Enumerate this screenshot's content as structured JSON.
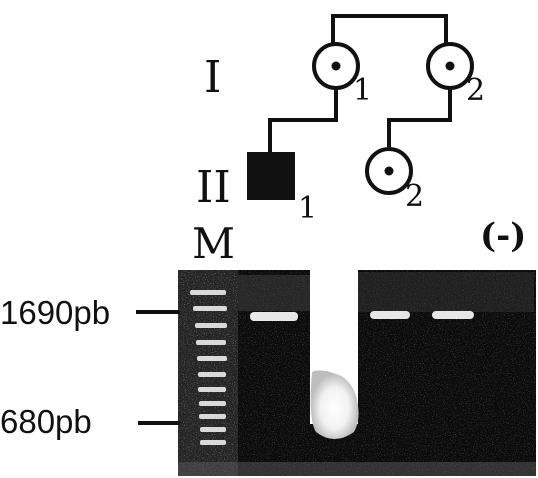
{
  "pedigree": {
    "generation_labels": [
      "I",
      "II"
    ],
    "individuals": [
      {
        "id": "I-1",
        "generation": "I",
        "number": "1",
        "symbol": "circle-with-dot"
      },
      {
        "id": "I-2",
        "generation": "I",
        "number": "2",
        "symbol": "circle-with-dot"
      },
      {
        "id": "II-1",
        "generation": "II",
        "number": "1",
        "symbol": "filled-square"
      },
      {
        "id": "II-2",
        "generation": "II",
        "number": "2",
        "symbol": "circle-with-dot"
      }
    ]
  },
  "gel": {
    "marker_label": "M",
    "negative_control_label": "(-)",
    "size_labels": [
      "1690pb",
      "680pb"
    ]
  }
}
